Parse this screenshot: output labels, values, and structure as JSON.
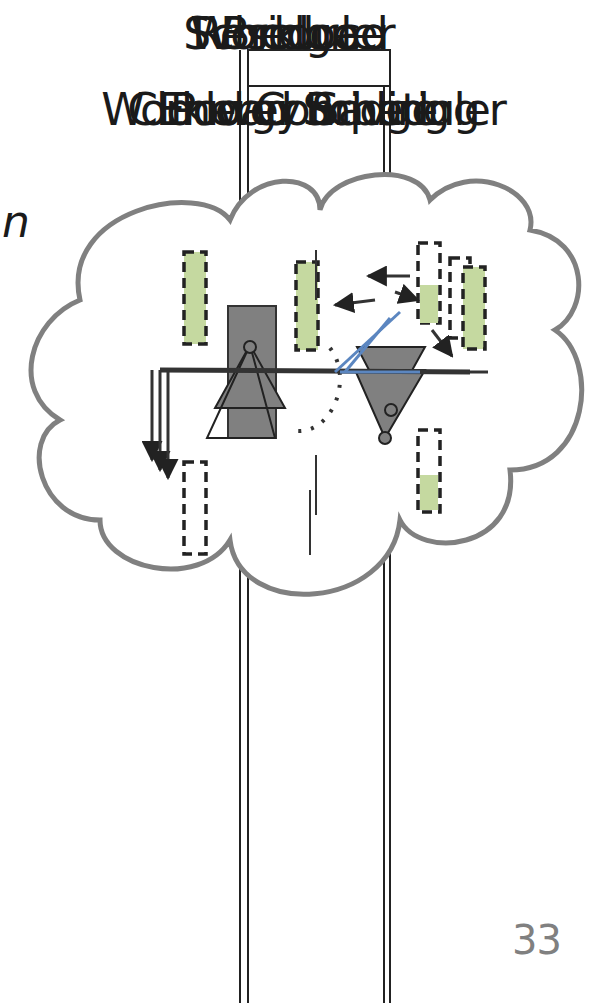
{
  "diagram": {
    "labels": [
      "Scheduler",
      "Workload",
      "Resource",
      "Bridge",
      "Workload Scheduler",
      "Energy Saving",
      "Cloud Computing",
      "Power Bridge",
      "n",
      "33"
    ]
  }
}
